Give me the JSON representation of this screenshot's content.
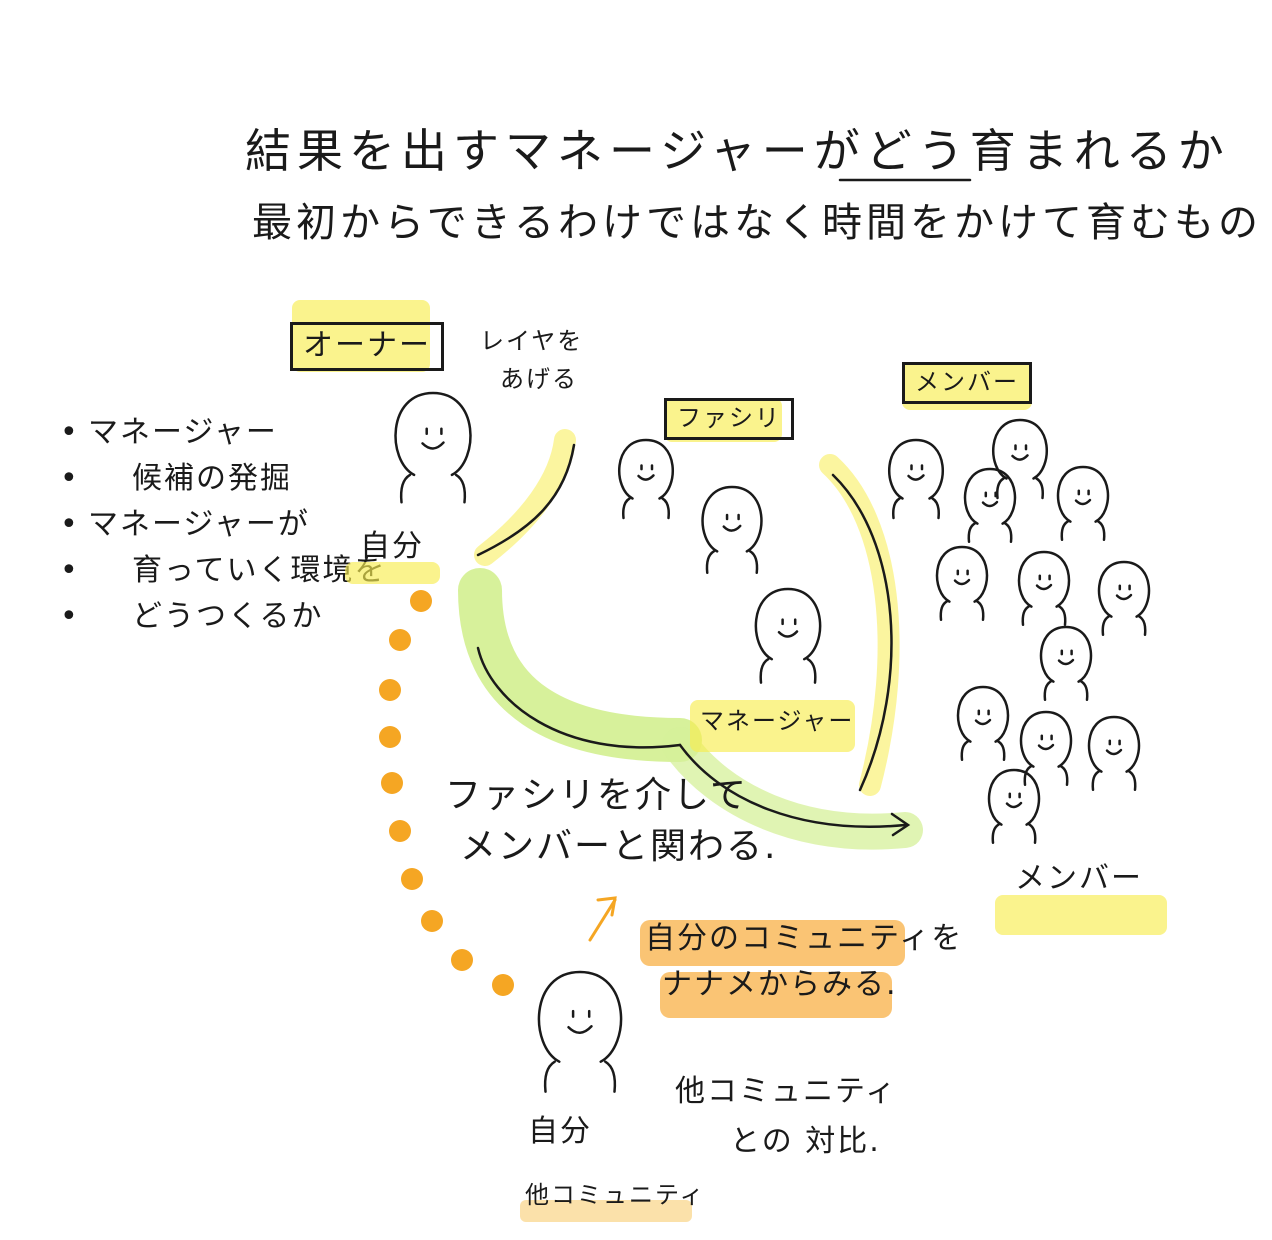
{
  "title": "結果を出すマネージャーがどう育まれるか",
  "subtitle": "最初からできるわけではなく時間をかけて育むもの",
  "notes": {
    "item1_line1": "マネージャー",
    "item1_line2": "候補の発掘",
    "item2_line1": "マネージャーが",
    "item2_line2": "育っていく環境を",
    "item2_line3": "どうつくるか"
  },
  "labels": {
    "owner": "オーナー",
    "raise_layer_1": "レイヤを",
    "raise_layer_2": "あげる",
    "self_top": "自分",
    "facili": "ファシリ",
    "members_box": "メンバー",
    "manager": "マネージャー",
    "via_facili_1": "ファシリを介して",
    "via_facili_2": "メンバーと関わる.",
    "members_bottom": "メンバー",
    "view_1": "自分のコミュニティを",
    "view_2": "ナナメからみる.",
    "self_bottom": "自分",
    "compare_1": "他コミュニティ",
    "compare_2": "との 対比.",
    "other_community": "他コミュニティ"
  },
  "colors": {
    "ink": "#1a1a1a",
    "yellow_highlight": "#f8ec50",
    "orange_highlight": "#f8b046",
    "green_stroke": "#c9ec7a",
    "dot_orange": "#f5a623"
  }
}
